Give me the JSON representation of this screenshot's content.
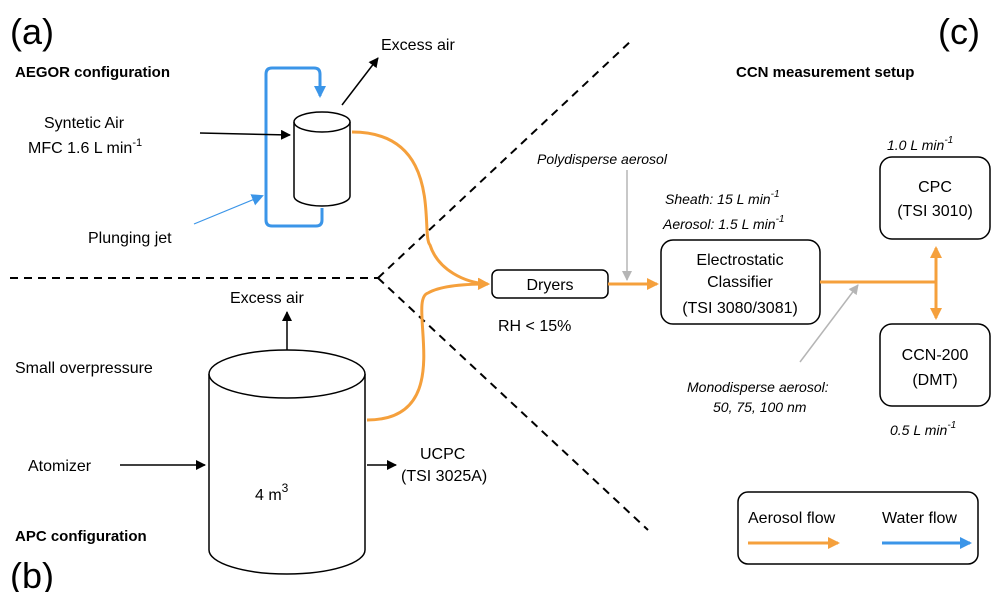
{
  "panels": {
    "a": "(a)",
    "b": "(b)",
    "c": "(c)"
  },
  "sections": {
    "aegor": "AEGOR configuration",
    "apc": "APC configuration",
    "ccn": "CCN measurement setup"
  },
  "aegor": {
    "excess_air": "Excess air",
    "synthetic_air_line1": "Syntetic Air",
    "synthetic_air_line2": "MFC 1.6 L min",
    "synthetic_air_exp": "-1",
    "plunging_jet": "Plunging jet"
  },
  "apc": {
    "excess_air": "Excess air",
    "small_overpressure": "Small overpressure",
    "atomizer": "Atomizer",
    "volume": "4 m",
    "volume_exp": "3",
    "ucpc_line1": "UCPC",
    "ucpc_line2": "(TSI 3025A)"
  },
  "ccn": {
    "dryers": "Dryers",
    "rh": "RH < 15%",
    "polydisperse": "Polydisperse aerosol",
    "sheath": "Sheath: 15 L min",
    "sheath_exp": "-1",
    "aerosol": "Aerosol: 1.5 L min",
    "aerosol_exp": "-1",
    "classifier_line1": "Electrostatic",
    "classifier_line2": "Classifier",
    "classifier_line3": "(TSI 3080/3081)",
    "cpc_flow": "1.0 L min",
    "cpc_flow_exp": "-1",
    "cpc_line1": "CPC",
    "cpc_line2": "(TSI 3010)",
    "ccn_line1": "CCN-200",
    "ccn_line2": "(DMT)",
    "ccn_flow": "0.5 L min",
    "ccn_flow_exp": "-1",
    "monodisperse_line1": "Monodisperse aerosol:",
    "monodisperse_line2": "50, 75, 100 nm"
  },
  "legend": {
    "aerosol_flow": "Aerosol flow",
    "water_flow": "Water flow"
  },
  "colors": {
    "aerosol": "#f5a03c",
    "water": "#3b95e8",
    "pointer": "#b5b5b5",
    "line": "#000000"
  }
}
